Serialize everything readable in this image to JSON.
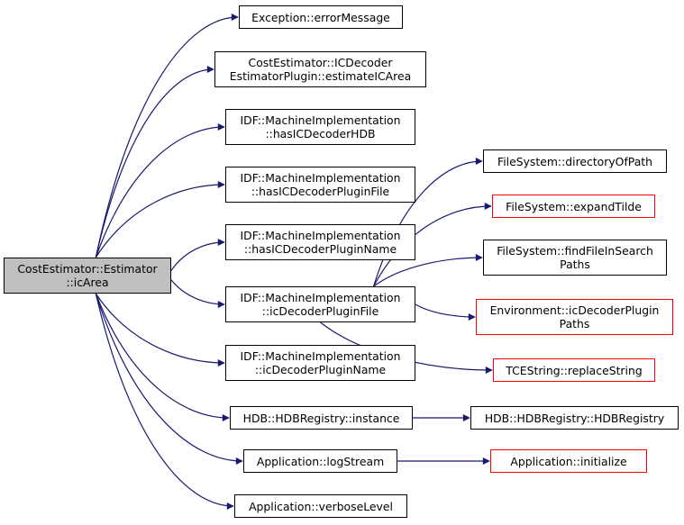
{
  "diagram": {
    "type": "call-graph",
    "colors": {
      "edge": "#191970",
      "node_border": "#000000",
      "truncated_node_border": "#ff0000",
      "root_fill": "#bfbfbf",
      "node_fill": "#ffffff"
    },
    "nodes": {
      "root": [
        "CostEstimator::Estimator",
        "::icArea"
      ],
      "error_message": [
        "Exception::errorMessage"
      ],
      "estimate_ic_area": [
        "CostEstimator::ICDecoder",
        "EstimatorPlugin::estimateICArea"
      ],
      "has_hdb": [
        "IDF::MachineImplementation",
        "::hasICDecoderHDB"
      ],
      "has_plugin_file": [
        "IDF::MachineImplementation",
        "::hasICDecoderPluginFile"
      ],
      "has_plugin_name": [
        "IDF::MachineImplementation",
        "::hasICDecoderPluginName"
      ],
      "plugin_file": [
        "IDF::MachineImplementation",
        "::icDecoderPluginFile"
      ],
      "plugin_name": [
        "IDF::MachineImplementation",
        "::icDecoderPluginName"
      ],
      "hdb_instance": [
        "HDB::HDBRegistry::instance"
      ],
      "log_stream": [
        "Application::logStream"
      ],
      "verbose_level": [
        "Application::verboseLevel"
      ],
      "directory_of_path": [
        "FileSystem::directoryOfPath"
      ],
      "expand_tilde": [
        "FileSystem::expandTilde"
      ],
      "find_file": [
        "FileSystem::findFileInSearch",
        "Paths"
      ],
      "env_paths": [
        "Environment::icDecoderPlugin",
        "Paths"
      ],
      "replace_string": [
        "TCEString::replaceString"
      ],
      "hdb_registry": [
        "HDB::HDBRegistry::HDBRegistry"
      ],
      "app_initialize": [
        "Application::initialize"
      ]
    },
    "edges": [
      [
        "root",
        "error_message"
      ],
      [
        "root",
        "estimate_ic_area"
      ],
      [
        "root",
        "has_hdb"
      ],
      [
        "root",
        "has_plugin_file"
      ],
      [
        "root",
        "has_plugin_name"
      ],
      [
        "root",
        "plugin_file"
      ],
      [
        "root",
        "plugin_name"
      ],
      [
        "root",
        "hdb_instance"
      ],
      [
        "root",
        "log_stream"
      ],
      [
        "root",
        "verbose_level"
      ],
      [
        "plugin_file",
        "directory_of_path"
      ],
      [
        "plugin_file",
        "expand_tilde"
      ],
      [
        "plugin_file",
        "find_file"
      ],
      [
        "plugin_file",
        "env_paths"
      ],
      [
        "plugin_file",
        "replace_string"
      ],
      [
        "hdb_instance",
        "hdb_registry"
      ],
      [
        "log_stream",
        "app_initialize"
      ]
    ]
  }
}
